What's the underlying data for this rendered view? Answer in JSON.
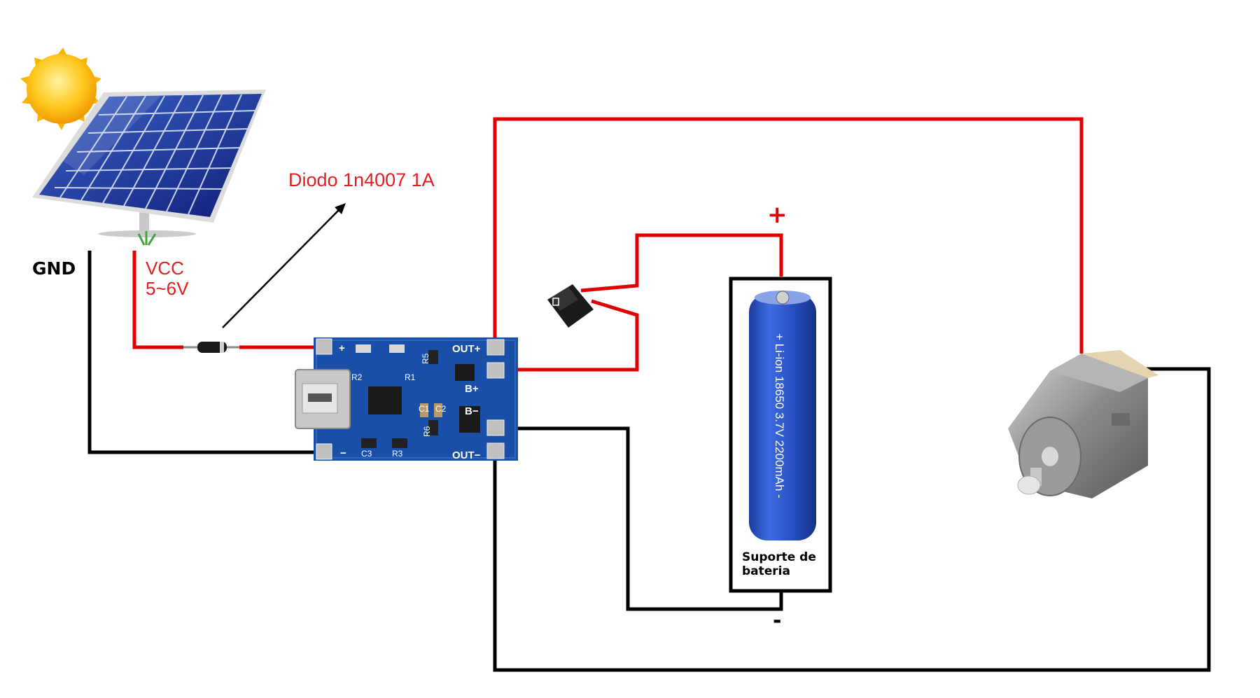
{
  "labels": {
    "gnd": "GND",
    "vcc_line1": "VCC",
    "vcc_line2": "5~6V",
    "diode": "Diodo 1n4007 1A",
    "plus": "+",
    "minus": "-",
    "holder_line1": "Suporte de",
    "holder_line2": "bateria"
  },
  "board": {
    "pin_plus": "+",
    "pin_minus": "−",
    "out_plus": "OUT+",
    "out_minus": "OUT−",
    "b_plus": "B+",
    "b_minus": "B−",
    "r1": "R1",
    "r2": "R2",
    "r3": "R3",
    "r5": "R5",
    "r6": "R6",
    "c1": "C1",
    "c2": "C2",
    "c3": "C3"
  },
  "battery": {
    "text": "+ Li-ion 18650 3.7V 2200mAh -"
  },
  "colors": {
    "positive_wire": "#e00000",
    "negative_wire": "#000000",
    "label_red": "#e02020",
    "board_blue": "#1a4fa8",
    "battery_blue": "#2a54c8",
    "solar_blue": "#1b2f9a",
    "sun_yellow": "#f7b500"
  },
  "icons": [
    "sun-icon",
    "solar-panel-icon",
    "diode-icon",
    "charger-board-icon",
    "switch-icon",
    "battery-icon",
    "motor-icon"
  ]
}
